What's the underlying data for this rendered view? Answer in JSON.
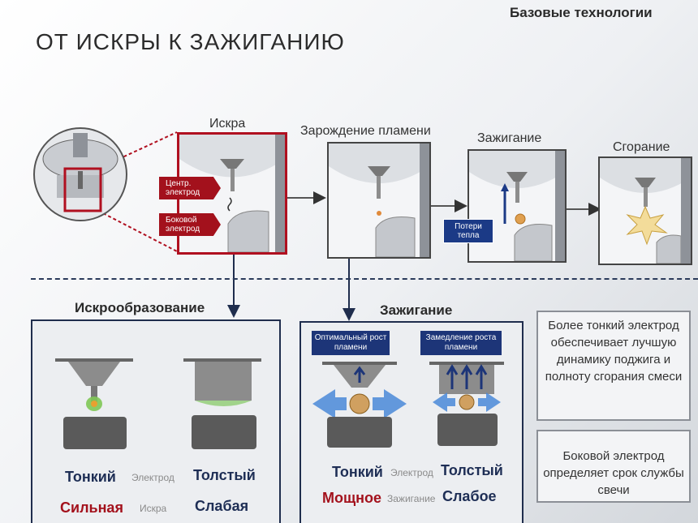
{
  "header": {
    "section": "Базовые технологии"
  },
  "title": "ОТ ИСКРЫ К ЗАЖИГАНИЮ",
  "stages": [
    {
      "label": "Искра"
    },
    {
      "label": "Зарождение пламени"
    },
    {
      "label": "Зажигание"
    },
    {
      "label": "Сгорание"
    }
  ],
  "tags": {
    "center_electrode": "Центр. электрод",
    "side_electrode": "Боковой электрод",
    "heat_loss": "Потери тепла"
  },
  "spark_section": {
    "title": "Искрообразование",
    "thin": "Тонкий",
    "electrode": "Электрод",
    "thick": "Толстый",
    "strong": "Сильная",
    "spark": "Искра",
    "weak": "Слабая"
  },
  "ignition_section": {
    "title": "Зажигание",
    "optimal": "Оптимальный рост пламени",
    "slowdown": "Замедление роста пламени",
    "thin": "Тонкий",
    "electrode": "Электрод",
    "thick": "Толстый",
    "powerful": "Мощное",
    "ignition": "Зажигание",
    "weak": "Слабое"
  },
  "notes": [
    "Более тонкий электрод обеспечивает лучшую динамику поджига и полноту сгорания смеси",
    "Боковой электрод определяет срок службы свечи"
  ],
  "colors": {
    "accent_red": "#a3111c",
    "navy": "#1d3578",
    "flame_green": "#6fc247"
  }
}
